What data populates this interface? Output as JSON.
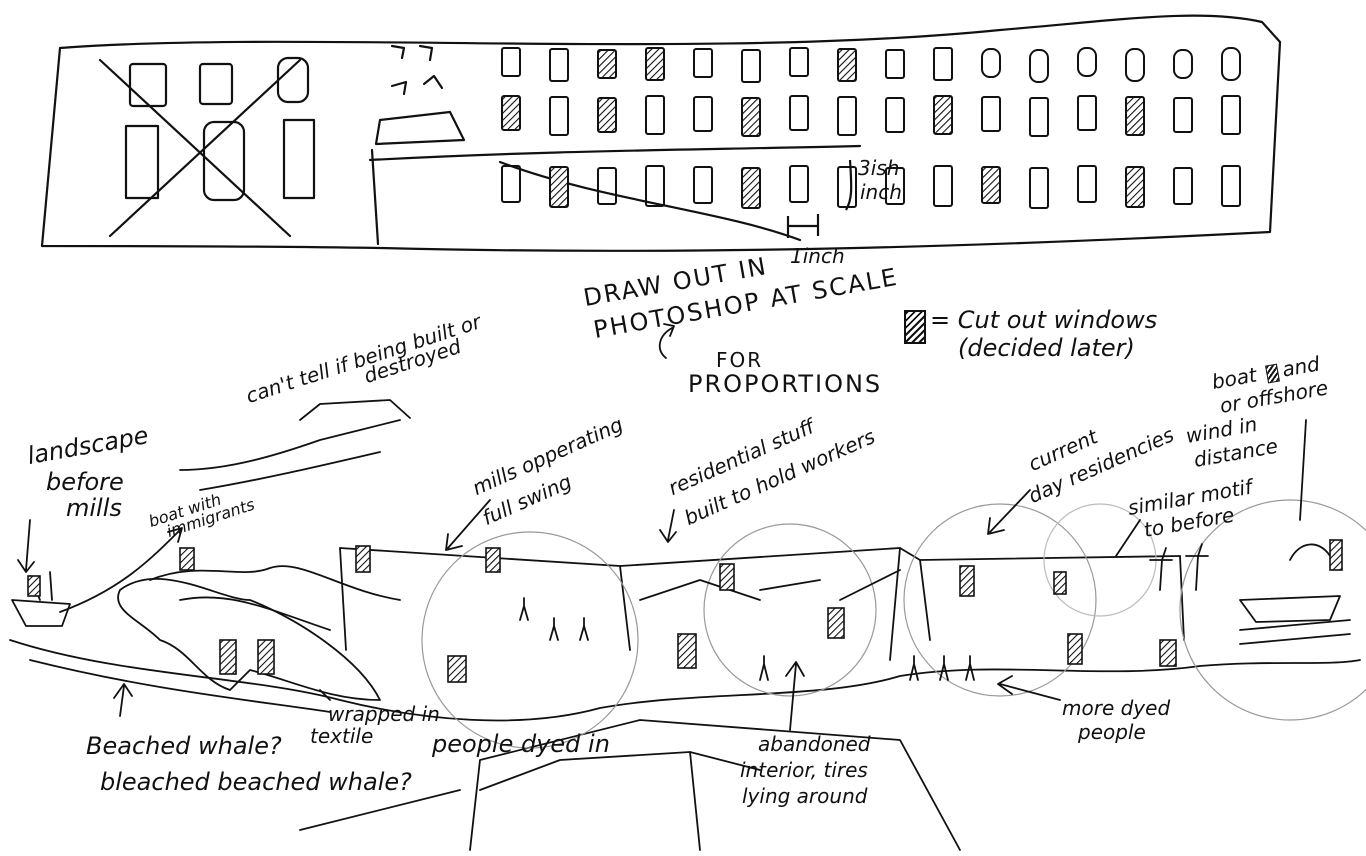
{
  "top_sketch": {
    "height_note_1": "3ish",
    "height_note_2": "inch",
    "width_note": "1inch"
  },
  "instructions": {
    "line_1": "DRAW OUT IN",
    "line_2": "PHOTOSHOP AT SCALE",
    "line_3": "FOR",
    "line_4": "PROPORTIONS"
  },
  "legend": {
    "symbol": "hatched-window-icon",
    "line_1": "= Cut out windows",
    "line_2": "(decided later)"
  },
  "annotations": {
    "built_or_destroyed_1": "can't tell if being built or",
    "built_or_destroyed_2": "destroyed",
    "landscape_1": "landscape",
    "landscape_2": "before",
    "landscape_3": "mills",
    "boat_immigrants_1": "boat with",
    "boat_immigrants_2": "immigrants",
    "mills_1": "mills opperating",
    "mills_2": "full swing",
    "residential_1": "residential stuff",
    "residential_2": "built to hold workers",
    "current_1": "current",
    "current_2": "day residencies",
    "boat_offshore_1": "boat ",
    "boat_offshore_2": "and",
    "boat_offshore_3": "or offshore",
    "boat_offshore_4": "wind in",
    "boat_offshore_5": "distance",
    "similar_1": "similar motif",
    "similar_2": "to before",
    "beached_1": "Beached whale?",
    "beached_2": "bleached beached whale?",
    "wrapped_1": "wrapped in",
    "wrapped_2": "textile",
    "people_dyed": "people dyed in",
    "abandoned_1": "abandoned",
    "abandoned_2": "interior, tires",
    "abandoned_3": "lying around",
    "more_dyed_1": "more dyed",
    "more_dyed_2": "people"
  }
}
